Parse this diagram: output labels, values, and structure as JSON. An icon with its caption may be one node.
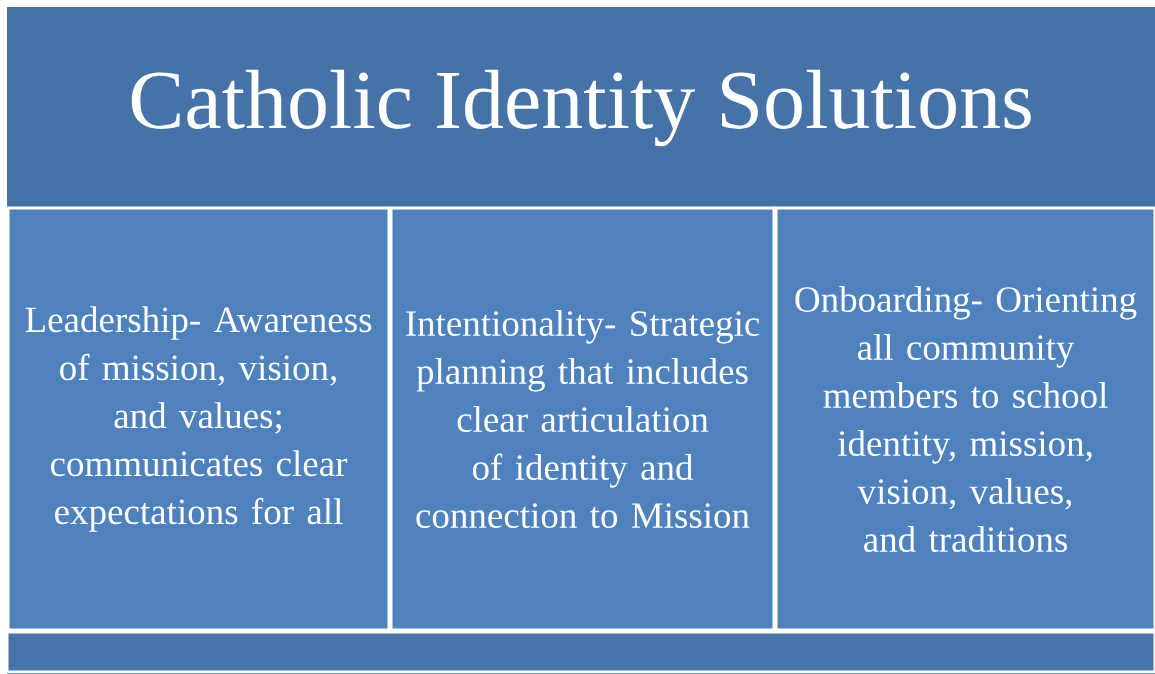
{
  "diagram": {
    "title": "Catholic Identity Solutions",
    "nodes": [
      {
        "text": [
          "Leadership- Awareness of mission, vision, and values; communicates clear expectations for all"
        ]
      },
      {
        "text": [
          "Intentionality- Strategic planning that includes clear articulation of identity and connection to Mission"
        ]
      },
      {
        "text": [
          "Onboarding- Orienting all community members to school identity, mission, vision, values, and traditions"
        ]
      }
    ]
  }
}
